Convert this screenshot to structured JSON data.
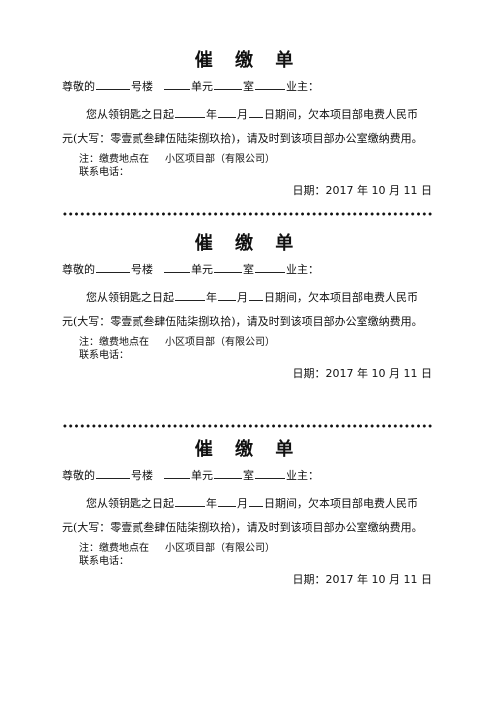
{
  "notices": [
    {
      "title": "催 缴 单",
      "greeting": {
        "prefix": "尊敬的",
        "building": "号楼",
        "unit": "单元",
        "room": "室",
        "owner": "业主："
      },
      "body": {
        "line1_prefix": "您从领钥匙之日起",
        "year": "年",
        "month": "月",
        "line1_suffix": "日期间，欠本项目部电费人民币",
        "line2": "元(大写：零壹贰叁肆伍陆柒捌玖拾)，请及时到该项目部办公室缴纳费用。"
      },
      "note_location_label": "注：缴费地点在",
      "note_location_value": "小区项目部（有限公司）",
      "contact_label": "联系电话：",
      "date": "日期：2017 年 10 月 11 日"
    },
    {
      "title": "催 缴 单",
      "greeting": {
        "prefix": "尊敬的",
        "building": "号楼",
        "unit": "单元",
        "room": "室",
        "owner": "业主："
      },
      "body": {
        "line1_prefix": "您从领钥匙之日起",
        "year": "年",
        "month": "月",
        "line1_suffix": "日期间，欠本项目部电费人民币",
        "line2": "元(大写：零壹贰叁肆伍陆柒捌玖拾)，请及时到该项目部办公室缴纳费用。"
      },
      "note_location_label": "注：缴费地点在",
      "note_location_value": "小区项目部（有限公司）",
      "contact_label": "联系电话：",
      "date": "日期：2017 年 10 月 11 日"
    },
    {
      "title": "催 缴 单",
      "greeting": {
        "prefix": "尊敬的",
        "building": "号楼",
        "unit": "单元",
        "room": "室",
        "owner": "业主："
      },
      "body": {
        "line1_prefix": "您从领钥匙之日起",
        "year": "年",
        "month": "月",
        "line1_suffix": "日期间，欠本项目部电费人民币",
        "line2": "元(大写：零壹贰叁肆伍陆柒捌玖拾)，请及时到该项目部办公室缴纳费用。"
      },
      "note_location_label": "注：缴费地点在",
      "note_location_value": "小区项目部（有限公司）",
      "contact_label": "联系电话：",
      "date": "日期：2017 年 10 月 11 日"
    }
  ]
}
